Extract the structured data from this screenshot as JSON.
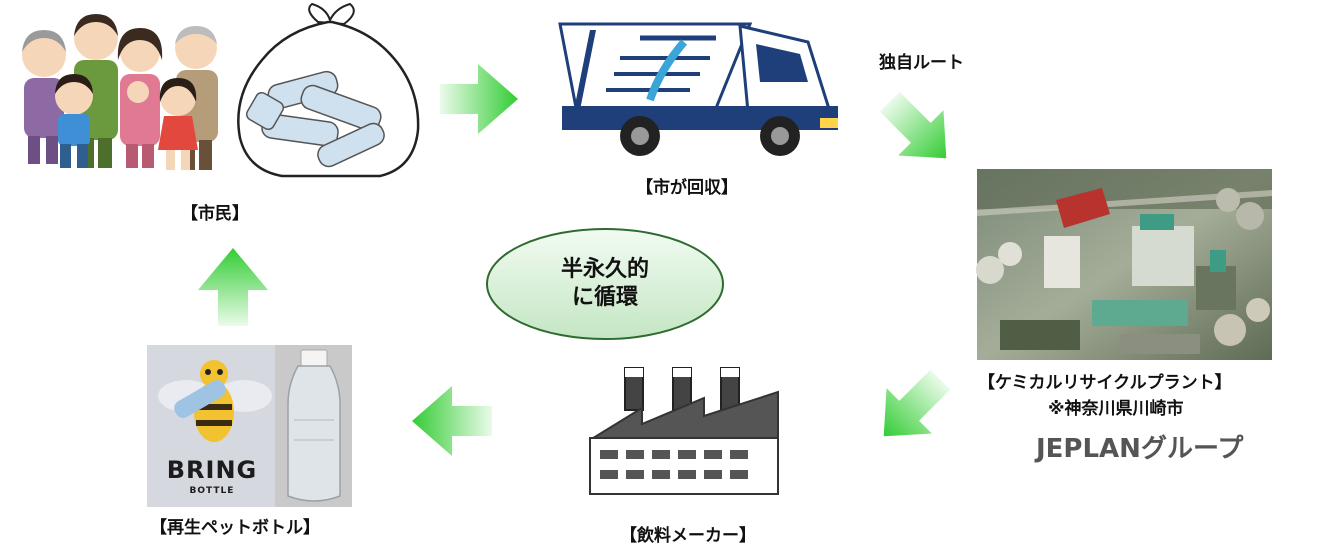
{
  "citizens": {
    "label": "【市民】"
  },
  "truck": {
    "label": "【市が回収】"
  },
  "route": {
    "label": "独自ルート"
  },
  "plant": {
    "label": "【ケミカルリサイクルプラント】",
    "location": "※神奈川県川崎市",
    "group": "JEPLANグループ"
  },
  "maker": {
    "label": "【飲料メーカー】"
  },
  "bottle": {
    "label": "【再生ペットボトル】",
    "brand": "BRING",
    "brand_sub": "BOTTLE"
  },
  "center": {
    "line1": "半永久的",
    "line2": "に循環"
  },
  "colors": {
    "arrow": "#44dd44",
    "center_fill": "#d8efd8",
    "center_stroke": "#2e6b2e",
    "truck_blue": "#1f3f7a"
  }
}
